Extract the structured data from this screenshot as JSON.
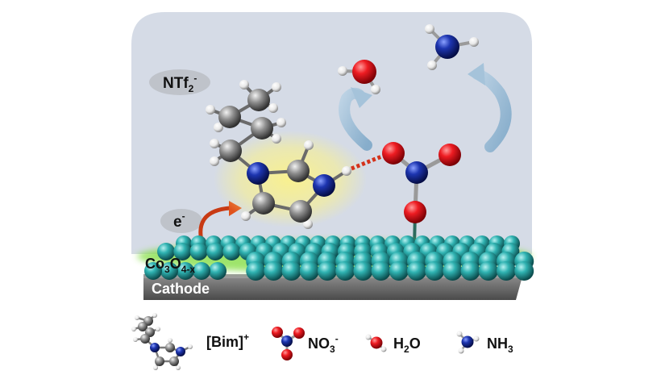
{
  "anion_label": {
    "base": "NTf",
    "sub": "2",
    "sup": "-"
  },
  "electron_label": {
    "base": "e",
    "sup": "-"
  },
  "catalyst_label": {
    "base": "Co",
    "sub1": "3",
    "mid": "O",
    "sub2": "4-x"
  },
  "cathode_label": "Cathode",
  "legend": {
    "bim": {
      "base": "[Bim]",
      "sup": "+"
    },
    "nitrate": {
      "base": "NO",
      "sub": "3",
      "sup": "-"
    },
    "water": {
      "base": "H",
      "sub": "2",
      "tail": "O"
    },
    "ammonia": {
      "base": "NH",
      "sub": "3"
    }
  },
  "colors": {
    "panel": "#d5dbe6",
    "oxygen": "#e8121a",
    "nitrogen": "#1a2e9c",
    "carbon": "#8a8a8a",
    "hydrogen": "#f4f4f4",
    "cobalt": "#2aa9a8",
    "arrow_blue": "#94b9d6",
    "arrow_red": "#c83a14",
    "glow": "#fbf28a",
    "hbond": "#d4321a",
    "cathode": "#6f6f6f"
  }
}
